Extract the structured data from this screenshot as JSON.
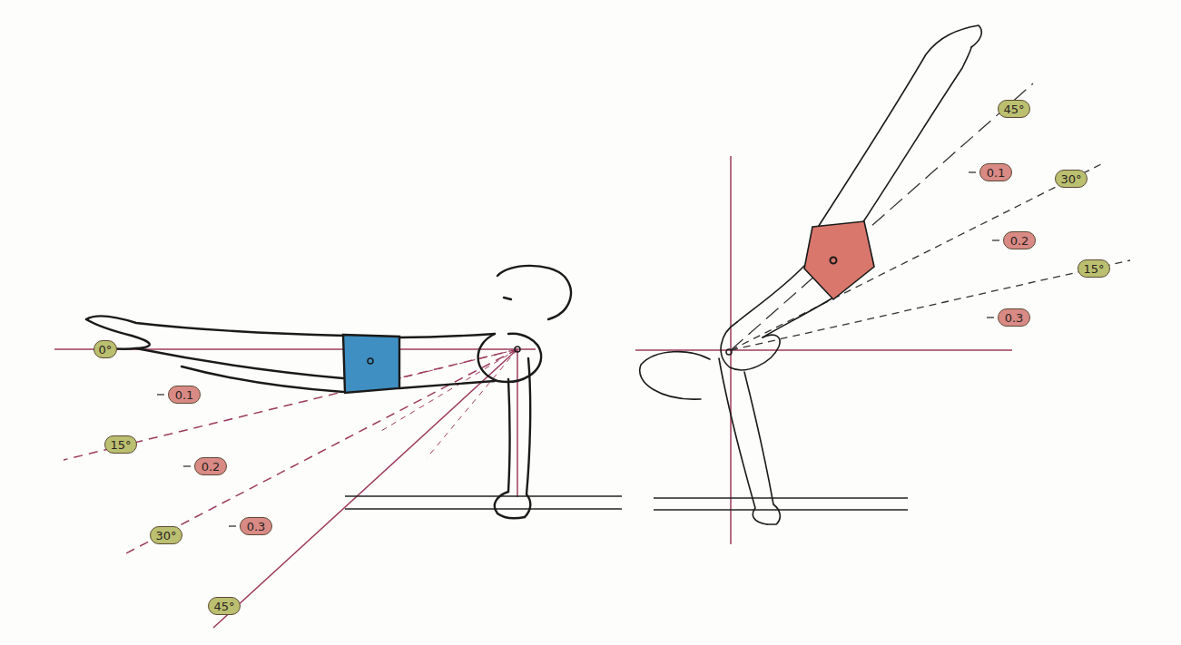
{
  "diagram": {
    "nodes": [
      {
        "text": [
          "0°"
        ]
      },
      {
        "text": [
          "0.1"
        ]
      },
      {
        "text": [
          "15°"
        ]
      },
      {
        "text": [
          "0.2"
        ]
      },
      {
        "text": [
          "30°"
        ]
      },
      {
        "text": [
          "0.3"
        ]
      },
      {
        "text": [
          "45°"
        ]
      },
      {
        "text": [
          "45°"
        ]
      },
      {
        "text": [
          "0.1"
        ]
      },
      {
        "text": [
          "30°"
        ]
      },
      {
        "text": [
          "0.2"
        ]
      },
      {
        "text": [
          "15°"
        ]
      },
      {
        "text": [
          "0.3"
        ]
      }
    ]
  }
}
